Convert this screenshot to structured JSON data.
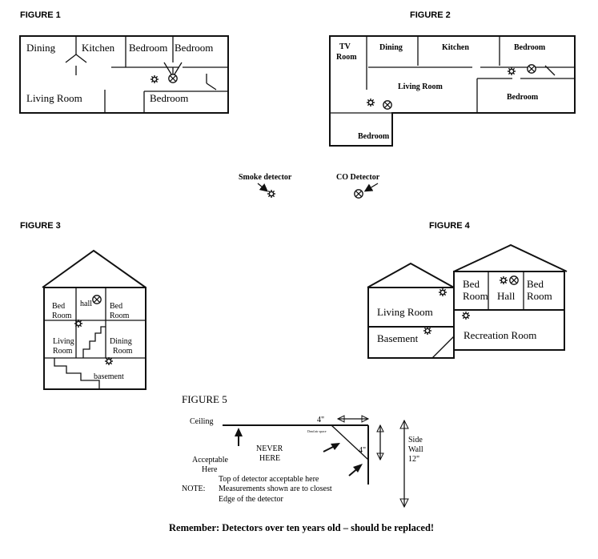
{
  "figures": {
    "fig1": "FIGURE 1",
    "fig2": "FIGURE 2",
    "fig3": "FIGURE 3",
    "fig4": "FIGURE 4",
    "fig5": "FIGURE 5"
  },
  "fig1_rooms": {
    "dining": "Dining",
    "kitchen": "Kitchen",
    "bedroom_a": "Bedroom",
    "bedroom_b": "Bedroom",
    "living": "Living Room",
    "bedroom_c": "Bedroom"
  },
  "fig2_rooms": {
    "tv1": "TV",
    "tv2": "Room",
    "dining": "Dining",
    "kitchen": "Kitchen",
    "bedroom_a": "Bedroom",
    "living": "Living Room",
    "bedroom_b": "Bedroom",
    "bedroom_c": "Bedroom"
  },
  "legend": {
    "smoke": "Smoke detector",
    "co": "CO Detector"
  },
  "fig3_rooms": {
    "bed1a": "Bed",
    "bed1b": "Room",
    "hall": "hall",
    "bed2a": "Bed",
    "bed2b": "Room",
    "living_a": "Living",
    "living_b": "Room",
    "dining_a": "Dining",
    "dining_b": "Room",
    "basement": "basement"
  },
  "fig4_rooms": {
    "bed1a": "Bed",
    "bed1b": "Room",
    "hall": "Hall",
    "bed2a": "Bed",
    "bed2b": "Room",
    "living": "Living Room",
    "basement": "Basement",
    "recreation": "Recreation Room"
  },
  "fig5": {
    "ceiling": "Ceiling",
    "four_top": "4\"",
    "four_side": "4\"",
    "dead_air": "Dead air space",
    "never1": "NEVER",
    "never2": "HERE",
    "acceptable1": "Acceptable",
    "acceptable2": "Here",
    "top_detector": "Top of detector acceptable here",
    "note_label": "NOTE:",
    "note1": "Measurements shown are to closest",
    "note2": "Edge of the detector",
    "side1": "Side",
    "side2": "Wall",
    "side3": "12\""
  },
  "reminder": "Remember:  Detectors over ten years old – should be replaced!"
}
